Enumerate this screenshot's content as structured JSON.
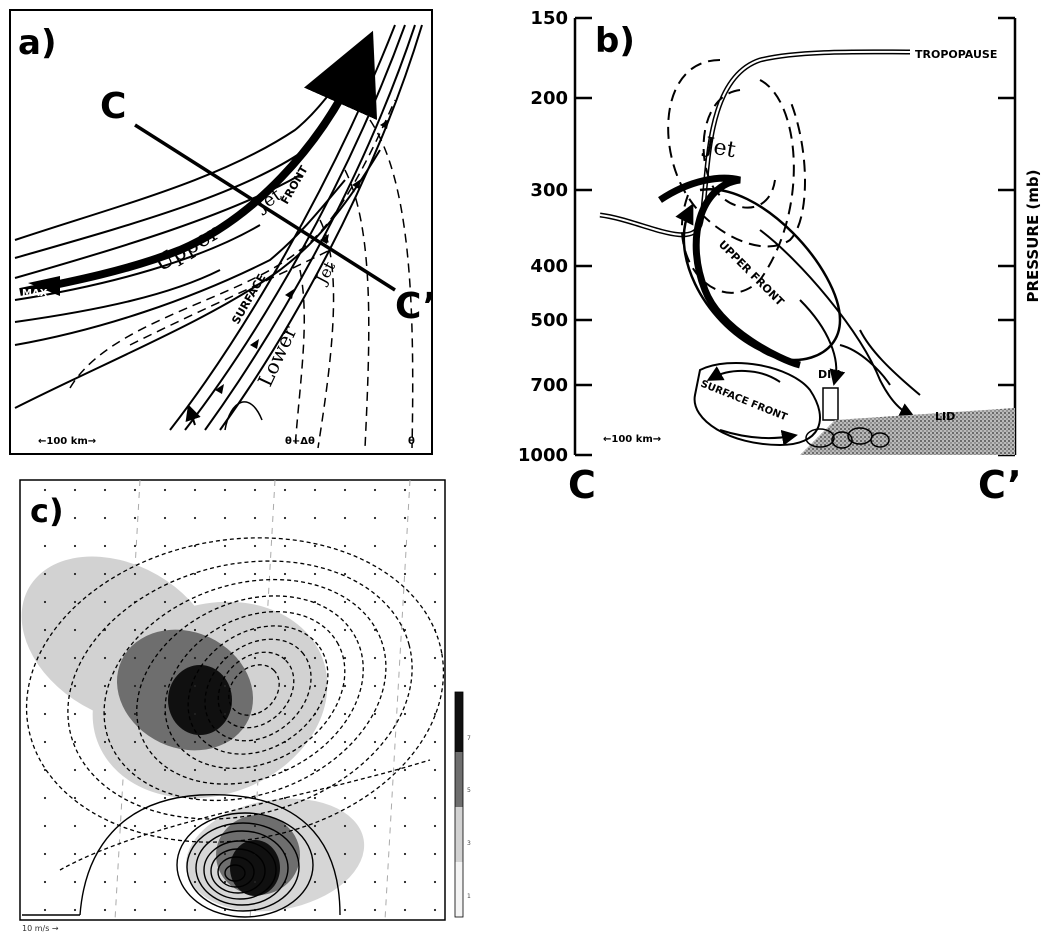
{
  "panel_a": {
    "label": "a)",
    "section_start": "C",
    "section_end": "C’",
    "texts": {
      "max": "MAX",
      "upper": "Upper",
      "jet_upper": "Jet",
      "front": "FRONT",
      "surface": "SURFACE",
      "jet_lower": "Jet",
      "lower": "Lower",
      "scale": "←100 km→",
      "theta_dtheta": "θ+Δθ",
      "theta": "θ"
    }
  },
  "panel_b": {
    "label": "b)",
    "section_start": "C",
    "section_end": "C’",
    "y_axis_label": "PRESSURE (mb)",
    "pressure_ticks": [
      "150",
      "200",
      "300",
      "400",
      "500",
      "700",
      "1000"
    ],
    "texts": {
      "tropopause": "TROPOPAUSE",
      "jet": "Jet",
      "upper_front": "UPPER FRONT",
      "surface_front": "SURFACE FRONT",
      "div": "DIV",
      "lid": "LID",
      "scale": "←100 km→"
    }
  },
  "panel_c": {
    "label": "c)",
    "scale_note": "10 m/s →",
    "colorbar_ticks": [
      "7",
      "5",
      "3",
      "1"
    ],
    "colors": {
      "shade_light": "#d2d2d2",
      "shade_mid": "#6e6e6e",
      "shade_dark": "#101010"
    }
  }
}
